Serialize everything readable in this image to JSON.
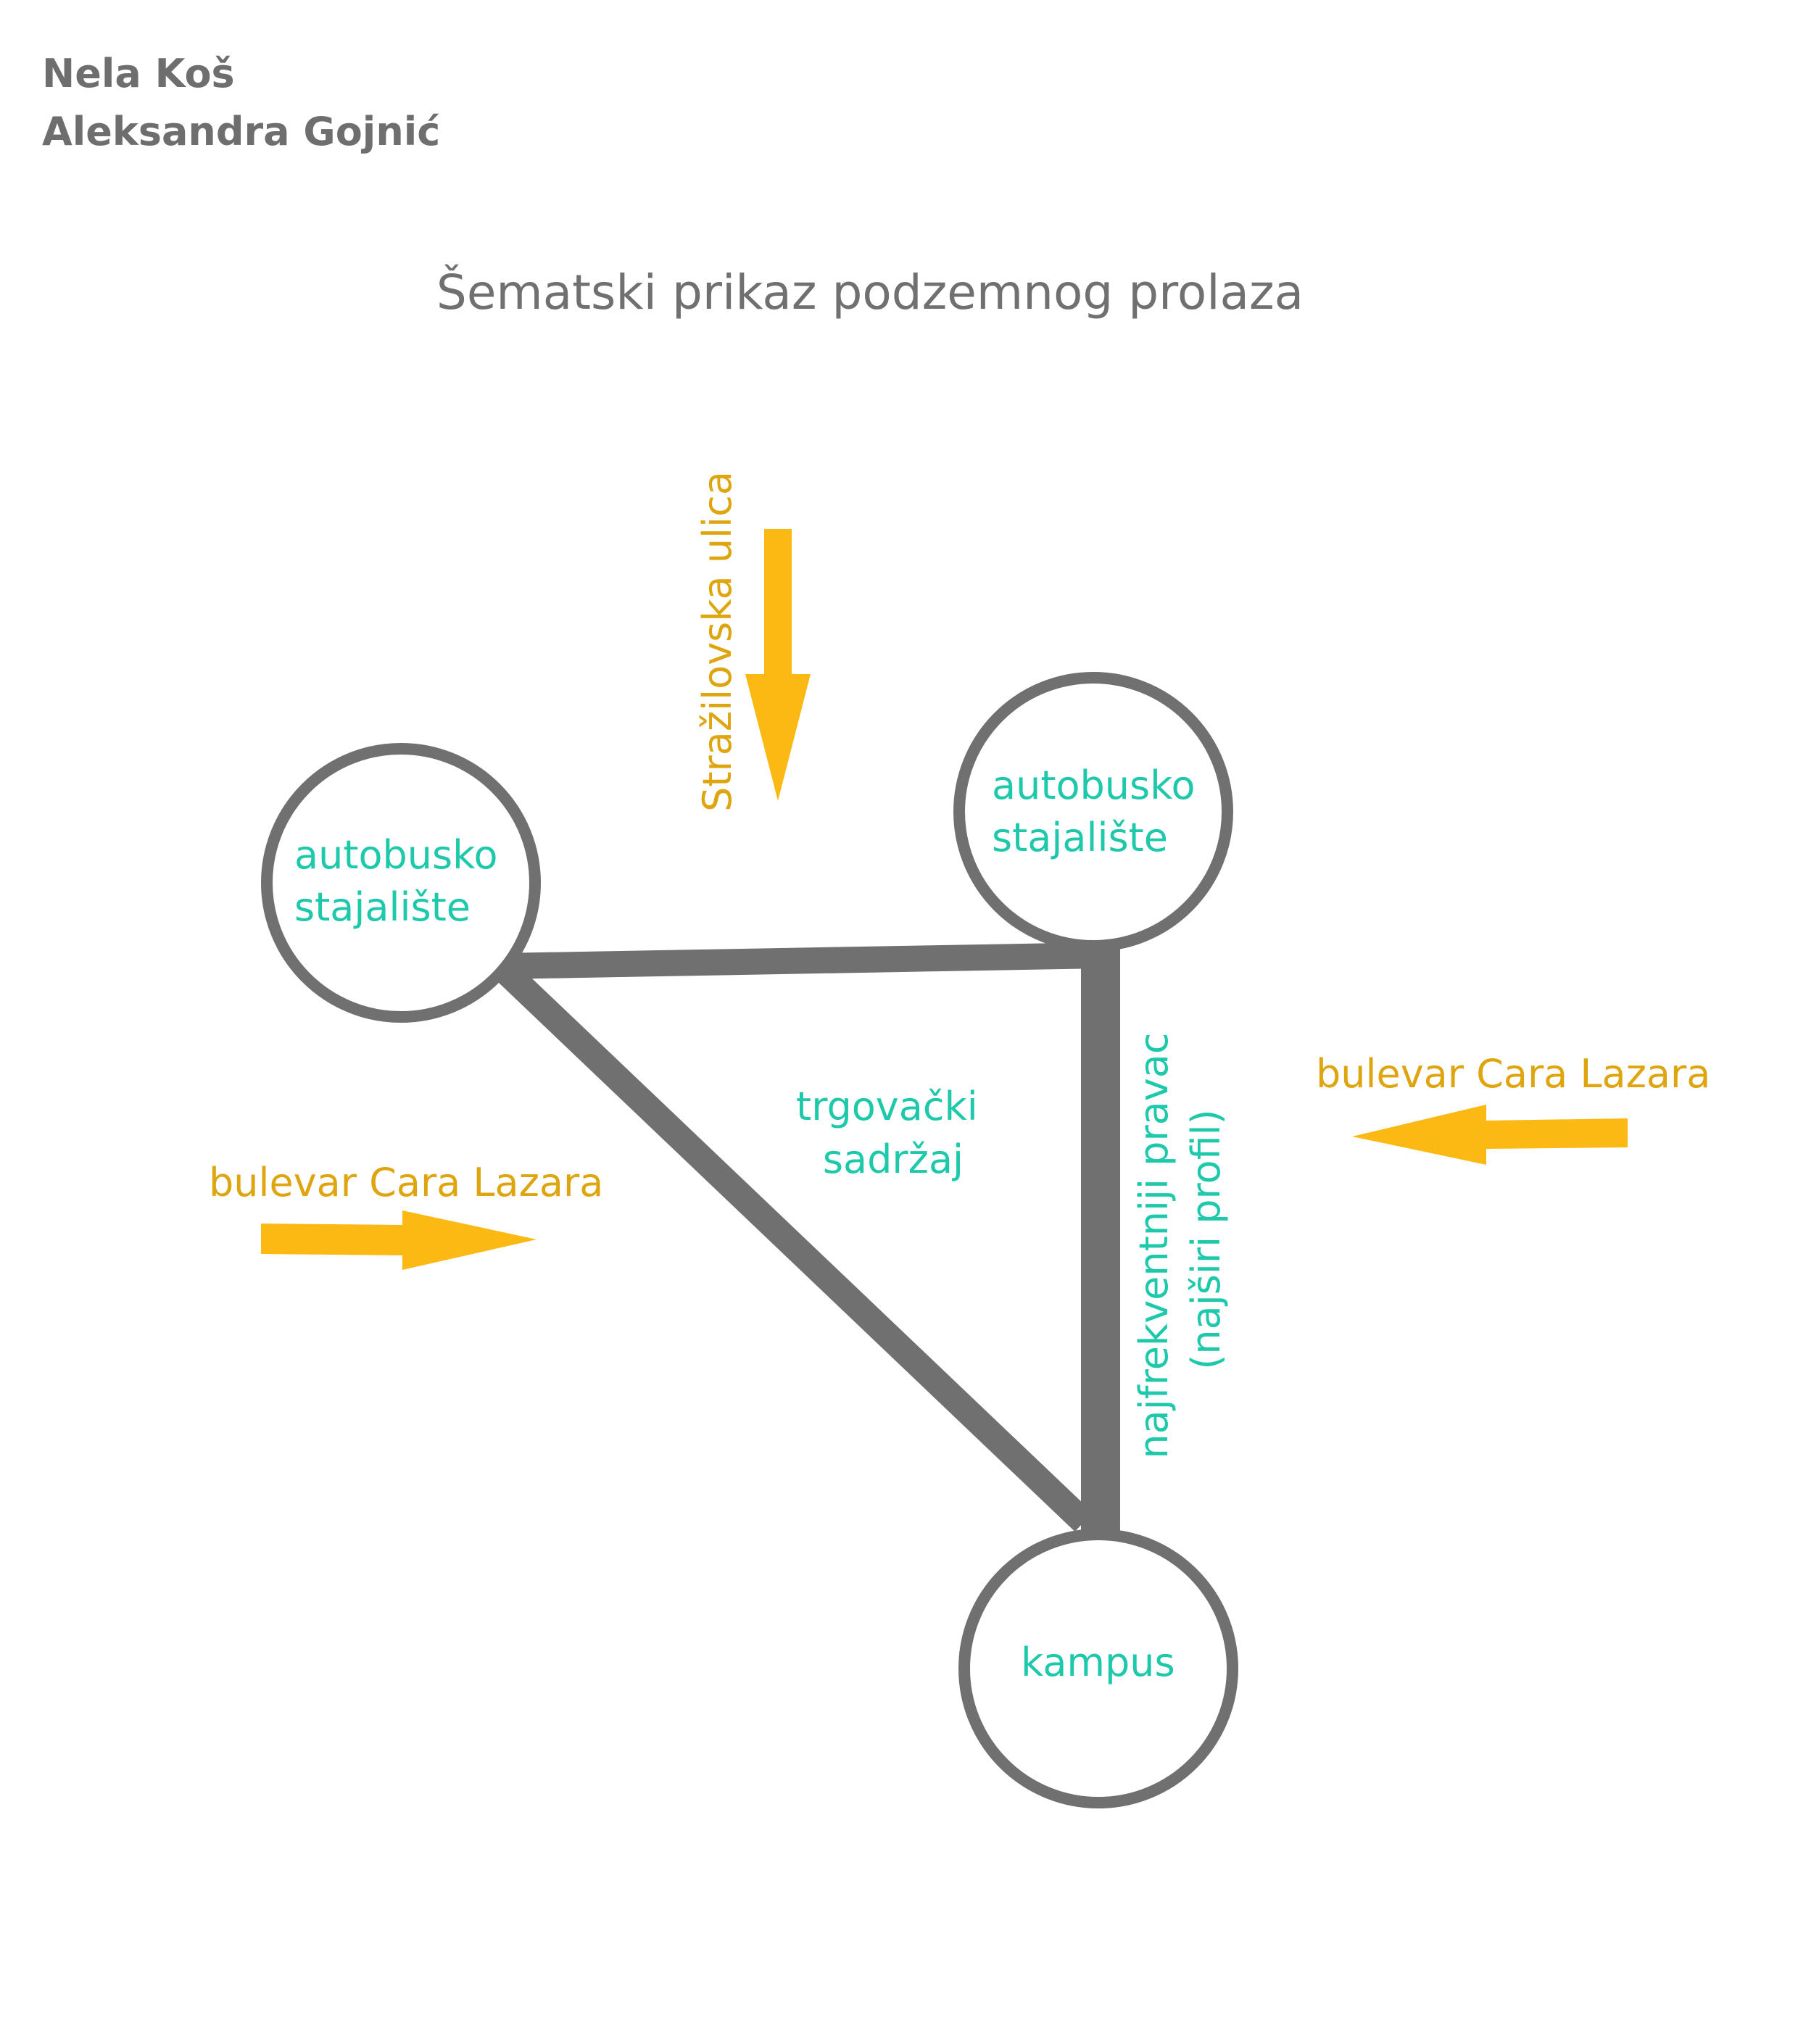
{
  "authors": [
    "Nela Koš",
    "Aleksandra Gojnić"
  ],
  "title": "Šematski prikaz podzemnog prolaza",
  "nodes": {
    "stop_left": [
      "autobusko",
      "stajalište"
    ],
    "stop_right": [
      "autobusko",
      "stajalište"
    ],
    "campus": "kampus"
  },
  "labels": {
    "center": [
      "trgovački",
      "sadržaj"
    ],
    "main_route": [
      "najfrekventniji pravac",
      "(najširi profil)"
    ],
    "street_top": "Stražilovska ulica",
    "boulevard_left": "bulevar Cara Lazara",
    "boulevard_right": "bulevar Cara Lazara"
  },
  "colors": {
    "stroke": "#707070",
    "label": "#1ec9ab",
    "arrow": "#fdb913",
    "street_text": "#dfa50f"
  }
}
